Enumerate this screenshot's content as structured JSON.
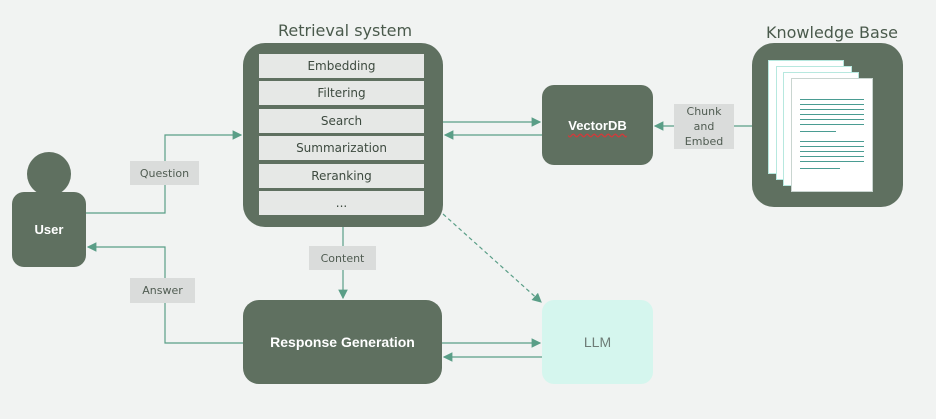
{
  "titles": {
    "retrieval_system": "Retrieval system",
    "knowledge_base": "Knowledge Base"
  },
  "nodes": {
    "user": "User",
    "vectordb": "VectorDB",
    "response_generation": "Response Generation",
    "llm": "LLM"
  },
  "retrieval_steps": [
    "Embedding",
    "Filtering",
    "Search",
    "Summarization",
    "Reranking",
    "..."
  ],
  "edge_labels": {
    "question": "Question",
    "answer": "Answer",
    "content": "Content",
    "chunk_and_embed": [
      "Chunk",
      "and",
      "Embed"
    ]
  },
  "colors": {
    "node": "#5f7060",
    "llm": "#d5f6ee",
    "arrow": "#5a9e87",
    "label_bg": "#dadcdb",
    "background": "#f1f3f2"
  }
}
